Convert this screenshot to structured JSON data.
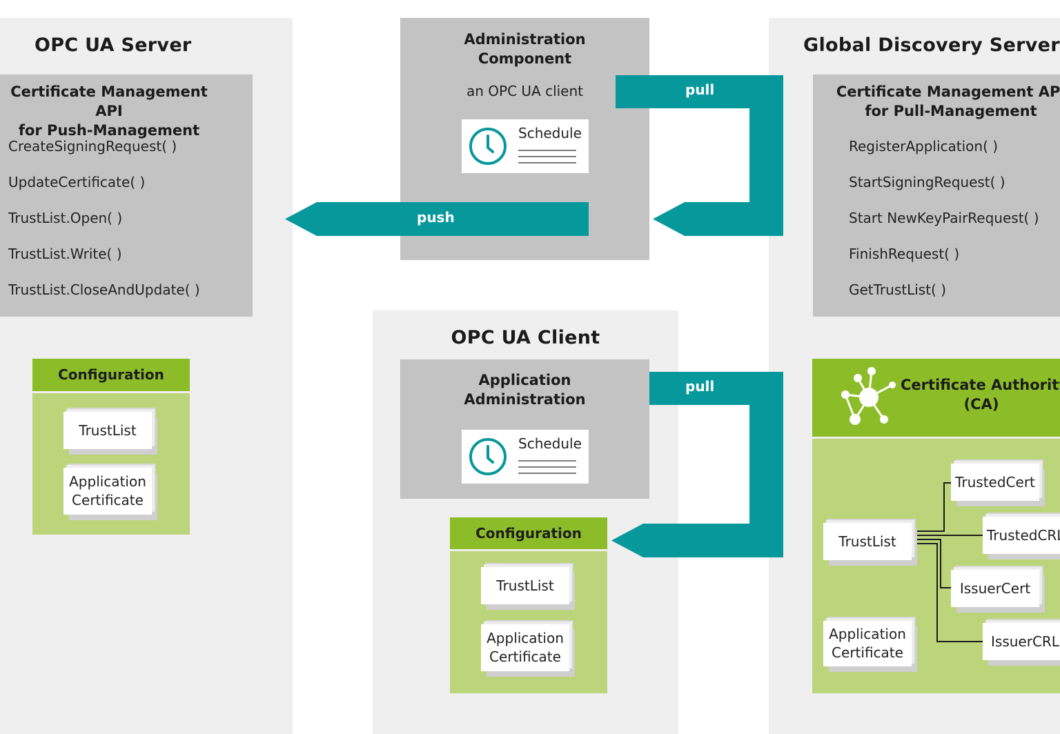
{
  "colors": {
    "teal": "#07989c",
    "green_header": "#8cbd28",
    "green_body": "#bcd57a",
    "gray_box": "#c3c3c3",
    "panel": "#efefef"
  },
  "server": {
    "title": "OPC UA Server",
    "api_title_line1": "Certificate Management API",
    "api_title_line2": "for Push-Management",
    "api_items": [
      "CreateSigningRequest( )",
      "UpdateCertificate( )",
      "TrustList.Open( )",
      "TrustList.Write( )",
      "TrustList.CloseAndUpdate( )"
    ],
    "config": {
      "title": "Configuration",
      "trustlist": "TrustList",
      "appcert_line1": "Application",
      "appcert_line2": "Certificate"
    }
  },
  "admin": {
    "title_line1": "Administration",
    "title_line2": "Component",
    "subtitle": "an OPC UA client",
    "schedule": "Schedule",
    "clock_icon": "clock-icon"
  },
  "arrows": {
    "push": "push",
    "pull_top": "pull",
    "pull_bottom": "pull"
  },
  "client": {
    "title": "OPC UA Client",
    "app_admin_line1": "Application",
    "app_admin_line2": "Administration",
    "schedule": "Schedule",
    "config": {
      "title": "Configuration",
      "trustlist": "TrustList",
      "appcert_line1": "Application",
      "appcert_line2": "Certificate"
    }
  },
  "gds": {
    "title": "Global Discovery Server (G",
    "api_title_line1": "Certificate Management API",
    "api_title_line2": "for Pull-Management",
    "api_items": [
      "RegisterApplication( )",
      "StartSigningRequest( )",
      "Start NewKeyPairRequest( )",
      "FinishRequest( )",
      "GetTrustList( )"
    ],
    "ca_line1": "Certificate Authority",
    "ca_line2": "(CA)",
    "ca_icon": "network-icon",
    "trustlist": "TrustList",
    "appcert_line1": "Application",
    "appcert_line2": "Certificate",
    "trust_items": [
      "TrustedCert",
      "TrustedCRL",
      "IssuerCert",
      "IssuerCRL"
    ]
  }
}
